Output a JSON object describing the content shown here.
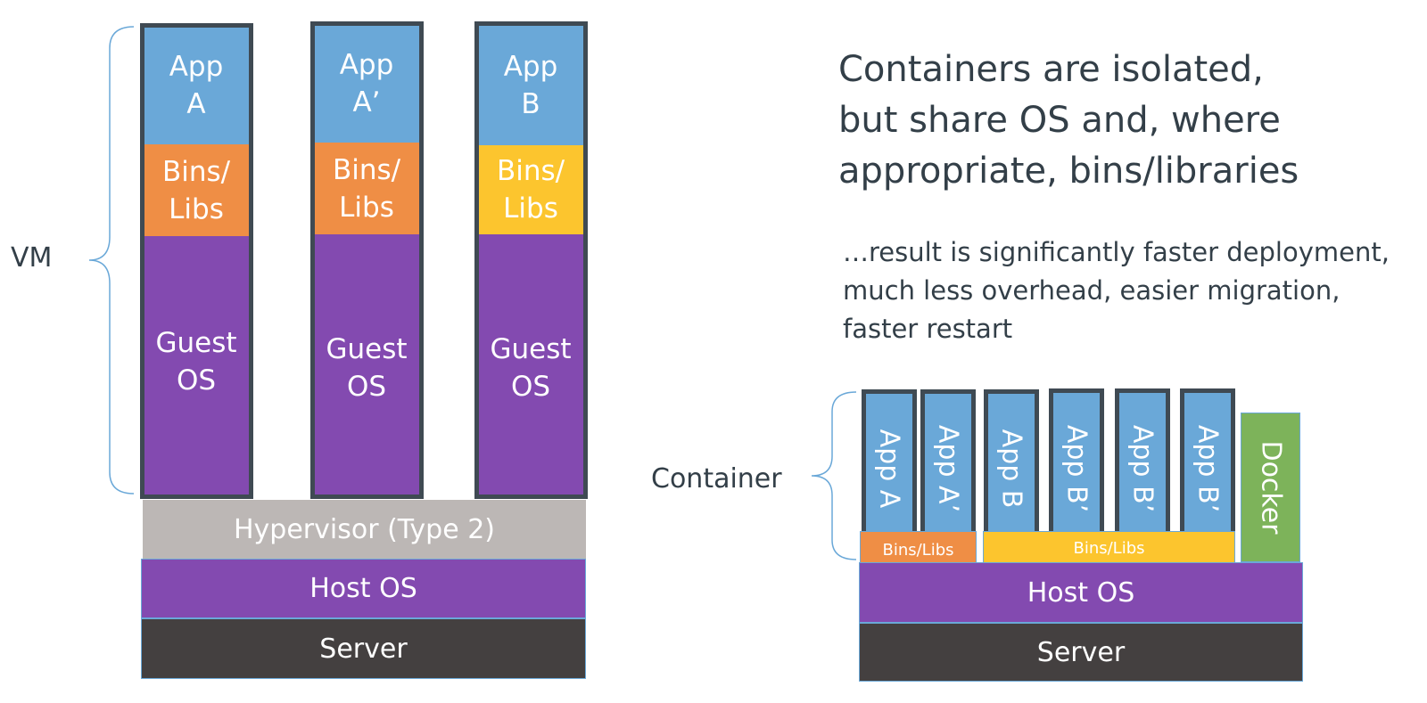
{
  "vm_side": {
    "brace_label": "VM",
    "stacks": [
      {
        "app": "App\nA",
        "bins": "Bins/\nLibs",
        "guest": "Guest\nOS"
      },
      {
        "app": "App\nA’",
        "bins": "Bins/\nLibs",
        "guest": "Guest\nOS"
      },
      {
        "app": "App\nB",
        "bins": "Bins/\nLibs",
        "guest": "Guest\nOS"
      }
    ],
    "hypervisor": "Hypervisor (Type 2)",
    "host_os": "Host OS",
    "server": "Server"
  },
  "container_side": {
    "brace_label": "Container",
    "apps": [
      "App A",
      "App A’",
      "App B",
      "App B’",
      "App B’",
      "App B’"
    ],
    "bins_a": "Bins/Libs",
    "bins_b": "Bins/Libs",
    "docker": "Docker",
    "host_os": "Host OS",
    "server": "Server"
  },
  "text": {
    "heading": "Containers are isolated,\nbut share OS and, where\nappropriate, bins/libraries",
    "subtext": "…result is significantly faster deployment,\nmuch less overhead, easier migration,\nfaster restart"
  },
  "colors": {
    "app": "#6aa8d8",
    "bins_orange": "#ef8e45",
    "bins_yellow": "#fcc52e",
    "guest_os": "#834ab0",
    "hypervisor": "#bcb7b5",
    "host_os": "#834ab0",
    "server": "#444040",
    "docker": "#7db35a",
    "frame": "#3f4a53",
    "text": "#333f48"
  }
}
